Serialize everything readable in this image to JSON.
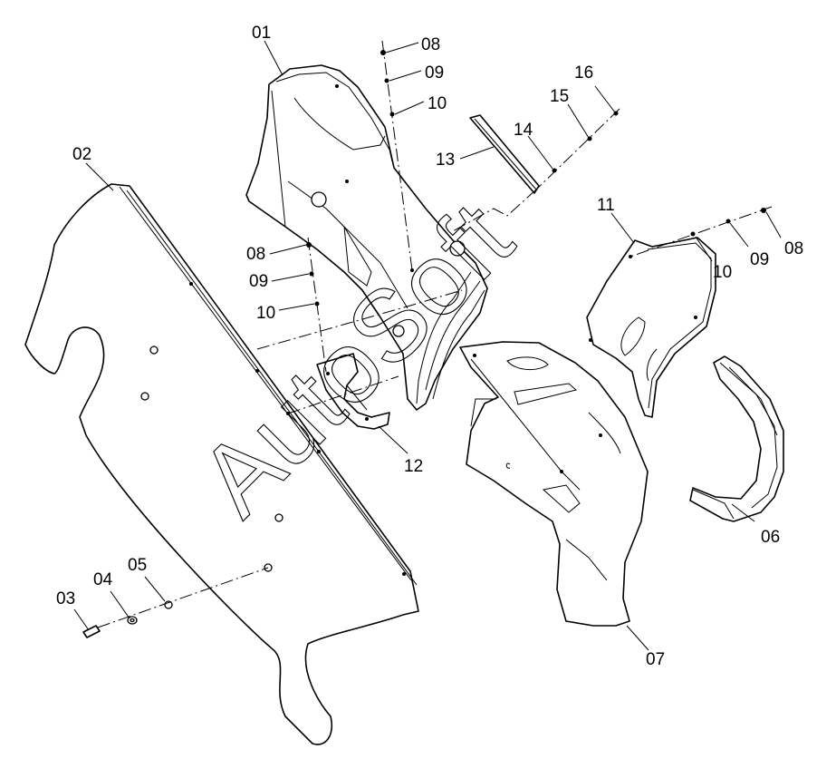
{
  "watermark": "AutoSoft",
  "callouts": {
    "c01": "01",
    "c02": "02",
    "c03": "03",
    "c04": "04",
    "c05": "05",
    "c06": "06",
    "c07": "07",
    "c08a": "08",
    "c08b": "08",
    "c08c": "08",
    "c09a": "09",
    "c09b": "09",
    "c09c": "09",
    "c10a": "10",
    "c10b": "10",
    "c10c": "10",
    "c11": "11",
    "c12": "12",
    "c13": "13",
    "c14": "14",
    "c15": "15",
    "c16": "16"
  }
}
